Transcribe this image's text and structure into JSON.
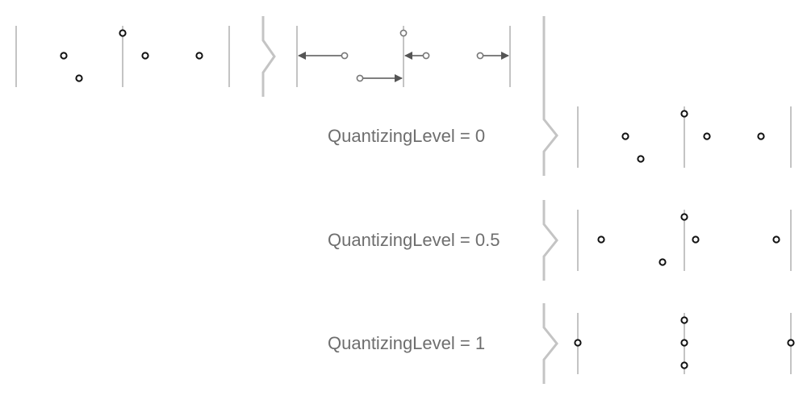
{
  "colors": {
    "background": "#ffffff",
    "gridline": "#c4c4c4",
    "bracket": "#c4c4c4",
    "arrow": "#555555",
    "note_dark": "#111111",
    "note_grey": "#777777",
    "label_text": "#6e6e6e"
  },
  "quantize_rows": [
    {
      "label": "QuantizingLevel = 0"
    },
    {
      "label": "QuantizingLevel = 0.5"
    },
    {
      "label": "QuantizingLevel = 1"
    }
  ]
}
